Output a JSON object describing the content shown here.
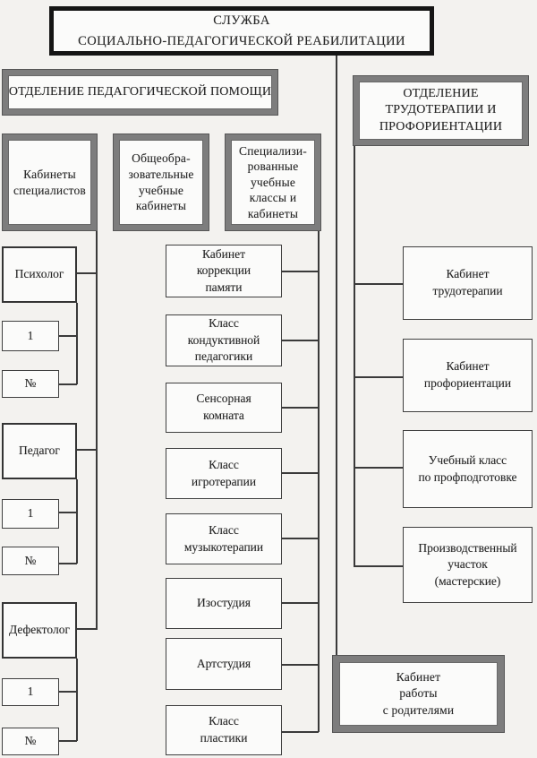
{
  "title_box": "СЛУЖБА\nСОЦИАЛЬНО-ПЕДАГОГИЧЕСКОЙ РЕАБИЛИТАЦИИ",
  "departments": {
    "pedagogical": "ОТДЕЛЕНИЕ ПЕДАГОГИЧЕСКОЙ ПОМОЩИ",
    "labor": "ОТДЕЛЕНИЕ\nТРУДОТЕРАПИИ И\nПРОФОРИЕНТАЦИИ"
  },
  "sections": {
    "specialists": "Кабинеты\nспециалистов",
    "general_education": "Общеобра-\nзовательные\nучебные\nкабинеты",
    "specialized": "Специализи-\nрованные\nучебные\nклассы и\nкабинеты"
  },
  "specialists": [
    {
      "role": "Психолог",
      "count": "1",
      "number": "№"
    },
    {
      "role": "Педагог",
      "count": "1",
      "number": "№"
    },
    {
      "role": "Дефектолог",
      "count": "1",
      "number": "№"
    }
  ],
  "specialized_rooms": [
    "Кабинет\nкоррекции\nпамяти",
    "Класс\nкондуктивной\nпедагогики",
    "Сенсорная\nкомната",
    "Класс\nигротерапии",
    "Класс\nмузыкотерапии",
    "Изостудия",
    "Артстудия",
    "Класс\nпластики"
  ],
  "labor_rooms": [
    "Кабинет\nтрудотерапии",
    "Кабинет\nпрофориентации",
    "Учебный класс\nпо профподготовке",
    "Производственный\nучасток\n(мастерские)"
  ],
  "parents_room": "Кабинет\nработы\nс родителями",
  "colors": {
    "heavy_border": "#151515",
    "gray_border": "#7d7d7d",
    "line": "#3a3a3a",
    "background": "#f3f2ef"
  }
}
